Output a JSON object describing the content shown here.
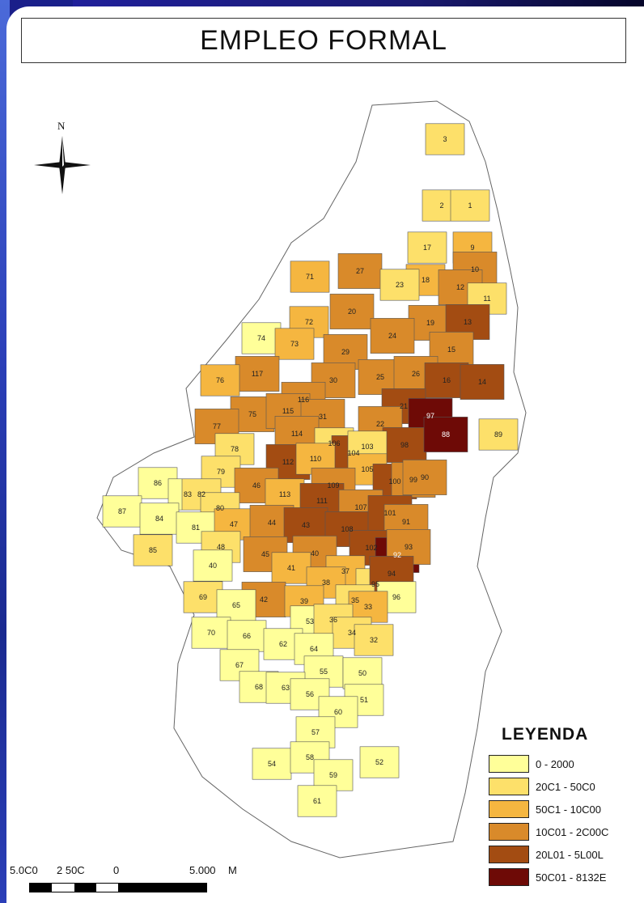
{
  "title": "EMPLEO FORMAL",
  "north_label": "N",
  "legend": {
    "title": "LEYENDA",
    "items": [
      {
        "label": "0 - 2000",
        "color": "#ffff99"
      },
      {
        "label": "20C1 - 50C0",
        "color": "#fde06a"
      },
      {
        "label": "50C1 - 10C00",
        "color": "#f5b640"
      },
      {
        "label": "10C01 - 2C00C",
        "color": "#d98a2a"
      },
      {
        "label": "20L01 - 5L00L",
        "color": "#a34c12"
      },
      {
        "label": "50C01 - 8132E",
        "color": "#6e0a06"
      }
    ]
  },
  "scale": {
    "labels": [
      "5.0C0",
      "2 50C",
      "0",
      "5.000",
      "M"
    ]
  },
  "zones": [
    {
      "id": "3",
      "cls": 1
    },
    {
      "id": "2",
      "cls": 1
    },
    {
      "id": "1",
      "cls": 1
    },
    {
      "id": "17",
      "cls": 1
    },
    {
      "id": "9",
      "cls": 2
    },
    {
      "id": "10",
      "cls": 3
    },
    {
      "id": "18",
      "cls": 2
    },
    {
      "id": "12",
      "cls": 3
    },
    {
      "id": "11",
      "cls": 1
    },
    {
      "id": "27",
      "cls": 3
    },
    {
      "id": "23",
      "cls": 1
    },
    {
      "id": "71",
      "cls": 2
    },
    {
      "id": "20",
      "cls": 3
    },
    {
      "id": "19",
      "cls": 3
    },
    {
      "id": "13",
      "cls": 4
    },
    {
      "id": "72",
      "cls": 2
    },
    {
      "id": "24",
      "cls": 3
    },
    {
      "id": "74",
      "cls": 0
    },
    {
      "id": "29",
      "cls": 3
    },
    {
      "id": "15",
      "cls": 3
    },
    {
      "id": "73",
      "cls": 2
    },
    {
      "id": "117",
      "cls": 3
    },
    {
      "id": "30",
      "cls": 3
    },
    {
      "id": "25",
      "cls": 3
    },
    {
      "id": "26",
      "cls": 3
    },
    {
      "id": "16",
      "cls": 4
    },
    {
      "id": "14",
      "cls": 4
    },
    {
      "id": "76",
      "cls": 2
    },
    {
      "id": "116",
      "cls": 3
    },
    {
      "id": "21",
      "cls": 4
    },
    {
      "id": "75",
      "cls": 3
    },
    {
      "id": "115",
      "cls": 3
    },
    {
      "id": "31",
      "cls": 3
    },
    {
      "id": "22",
      "cls": 3
    },
    {
      "id": "97",
      "cls": 5
    },
    {
      "id": "77",
      "cls": 3
    },
    {
      "id": "114",
      "cls": 3
    },
    {
      "id": "98",
      "cls": 4
    },
    {
      "id": "88",
      "cls": 5
    },
    {
      "id": "89",
      "cls": 1
    },
    {
      "id": "106",
      "cls": 1
    },
    {
      "id": "104",
      "cls": 4
    },
    {
      "id": "103",
      "cls": 1
    },
    {
      "id": "78",
      "cls": 1
    },
    {
      "id": "79",
      "cls": 1
    },
    {
      "id": "112",
      "cls": 4
    },
    {
      "id": "110",
      "cls": 2
    },
    {
      "id": "105",
      "cls": 2
    },
    {
      "id": "86",
      "cls": 0
    },
    {
      "id": "83",
      "cls": 0
    },
    {
      "id": "82",
      "cls": 1
    },
    {
      "id": "46",
      "cls": 3
    },
    {
      "id": "113",
      "cls": 2
    },
    {
      "id": "109",
      "cls": 3
    },
    {
      "id": "100",
      "cls": 4
    },
    {
      "id": "99",
      "cls": 3
    },
    {
      "id": "90",
      "cls": 3
    },
    {
      "id": "87",
      "cls": 0
    },
    {
      "id": "84",
      "cls": 0
    },
    {
      "id": "80",
      "cls": 1
    },
    {
      "id": "111",
      "cls": 4
    },
    {
      "id": "107",
      "cls": 3
    },
    {
      "id": "81",
      "cls": 0
    },
    {
      "id": "47",
      "cls": 2
    },
    {
      "id": "44",
      "cls": 3
    },
    {
      "id": "43",
      "cls": 4
    },
    {
      "id": "108",
      "cls": 4
    },
    {
      "id": "101",
      "cls": 4
    },
    {
      "id": "91",
      "cls": 3
    },
    {
      "id": "85",
      "cls": 1
    },
    {
      "id": "48",
      "cls": 1
    },
    {
      "id": "45",
      "cls": 3
    },
    {
      "id": "40",
      "cls": 3
    },
    {
      "id": "102",
      "cls": 4
    },
    {
      "id": "92",
      "cls": 5
    },
    {
      "id": "93",
      "cls": 3
    },
    {
      "id": "40",
      "cls": 0
    },
    {
      "id": "41",
      "cls": 2
    },
    {
      "id": "37",
      "cls": 2
    },
    {
      "id": "95",
      "cls": 1
    },
    {
      "id": "94",
      "cls": 4
    },
    {
      "id": "38",
      "cls": 2
    },
    {
      "id": "69",
      "cls": 1
    },
    {
      "id": "42",
      "cls": 3
    },
    {
      "id": "39",
      "cls": 2
    },
    {
      "id": "35",
      "cls": 1
    },
    {
      "id": "96",
      "cls": 0
    },
    {
      "id": "65",
      "cls": 0
    },
    {
      "id": "33",
      "cls": 2
    },
    {
      "id": "53",
      "cls": 0
    },
    {
      "id": "36",
      "cls": 1
    },
    {
      "id": "70",
      "cls": 0
    },
    {
      "id": "34",
      "cls": 1
    },
    {
      "id": "66",
      "cls": 0
    },
    {
      "id": "62",
      "cls": 0
    },
    {
      "id": "32",
      "cls": 1
    },
    {
      "id": "64",
      "cls": 0
    },
    {
      "id": "67",
      "cls": 0
    },
    {
      "id": "55",
      "cls": 0
    },
    {
      "id": "50",
      "cls": 0
    },
    {
      "id": "68",
      "cls": 0
    },
    {
      "id": "63",
      "cls": 0
    },
    {
      "id": "56",
      "cls": 0
    },
    {
      "id": "51",
      "cls": 0
    },
    {
      "id": "60",
      "cls": 0
    },
    {
      "id": "57",
      "cls": 0
    },
    {
      "id": "54",
      "cls": 0
    },
    {
      "id": "58",
      "cls": 0
    },
    {
      "id": "52",
      "cls": 0
    },
    {
      "id": "59",
      "cls": 0
    },
    {
      "id": "61",
      "cls": 0
    }
  ]
}
